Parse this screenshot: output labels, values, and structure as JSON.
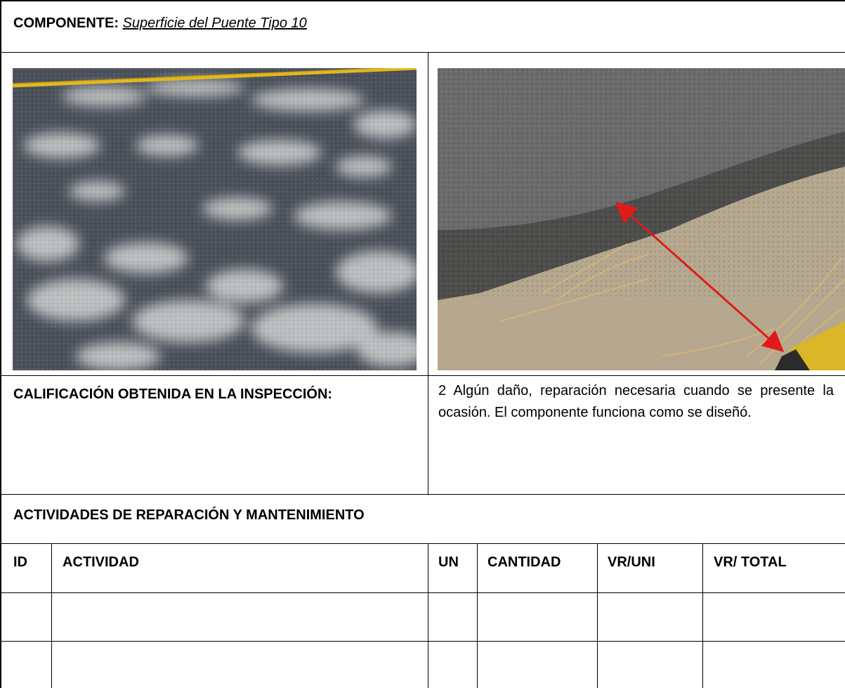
{
  "header": {
    "componente_label": "COMPONENTE:",
    "componente_value": "Superficie del Puente Tipo 10"
  },
  "photos": {
    "left": "asphalt-road-surface-photo",
    "right": "damaged-road-edge-photo"
  },
  "rating": {
    "label": "CALIFICACIÓN OBTENIDA EN LA INSPECCIÓN:",
    "value": "2 Algún daño, reparación necesaria cuando se presente la ocasión. El componente funciona como se diseñó."
  },
  "activities": {
    "title": "ACTIVIDADES DE REPARACIÓN Y MANTENIMIENTO",
    "columns": [
      "ID",
      "ACTIVIDAD",
      "UN",
      "CANTIDAD",
      "VR/UNI",
      "VR/ TOTAL"
    ],
    "rows": [
      [
        "",
        "",
        "",
        "",
        "",
        ""
      ],
      [
        "",
        "",
        "",
        "",
        "",
        ""
      ]
    ]
  },
  "colors": {
    "border": "#000000",
    "road_line": "#e2b81e",
    "arrow": "#e01a1a"
  }
}
